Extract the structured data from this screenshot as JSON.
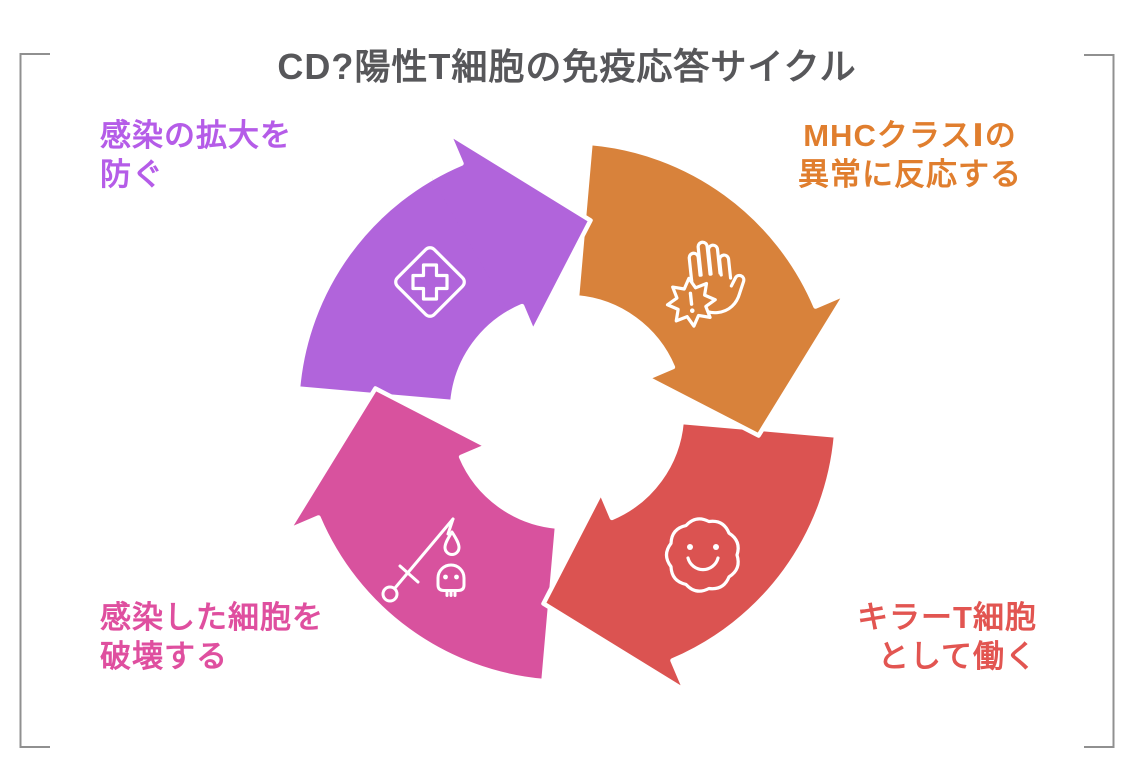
{
  "title": {
    "text": "CD?陽性T細胞の免疫応答サイクル",
    "color": "#57575a"
  },
  "frame": {
    "color": "#909090"
  },
  "cycle": {
    "direction": "clockwise",
    "steps": [
      {
        "id": "prevent-spread",
        "position": "top-left",
        "label_line1": "感染の拡大を",
        "label_line2": "防ぐ",
        "color": "#b164db",
        "label_color": "#b55ce8",
        "icon": "medical-cross-icon"
      },
      {
        "id": "mhc-reaction",
        "position": "top-right",
        "label_line1": "MHCクラスⅠの",
        "label_line2": "異常に反応する",
        "color": "#d8823b",
        "label_color": "#e07e2e",
        "icon": "stop-hand-alert-icon"
      },
      {
        "id": "killer-t-cell",
        "position": "bottom-right",
        "label_line1": "キラーT細胞",
        "label_line2": "として働く",
        "color": "#db5351",
        "label_color": "#e25551",
        "icon": "cell-smile-icon"
      },
      {
        "id": "destroy-infected-cells",
        "position": "bottom-left",
        "label_line1": "感染した細胞を",
        "label_line2": "破壊する",
        "color": "#d8529e",
        "label_color": "#df4f9f",
        "icon": "sword-skull-icon"
      }
    ]
  }
}
